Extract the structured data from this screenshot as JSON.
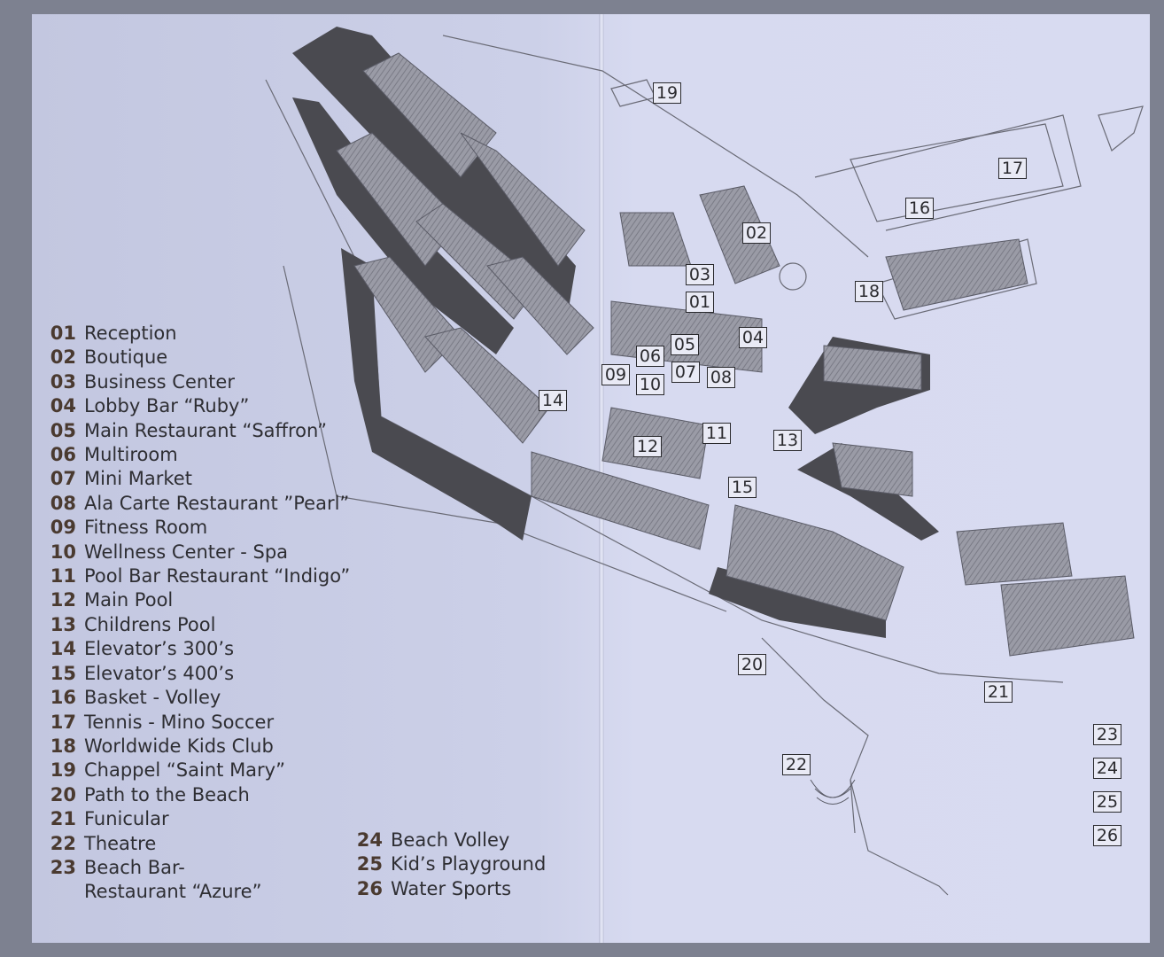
{
  "map": {
    "markers": [
      "19",
      "17",
      "16",
      "02",
      "18",
      "03",
      "01",
      "04",
      "05",
      "06",
      "09",
      "10",
      "07",
      "08",
      "14",
      "11",
      "13",
      "12",
      "15",
      "20",
      "21",
      "22",
      "23",
      "24",
      "25",
      "26"
    ]
  },
  "legend": {
    "items": [
      {
        "num": "01",
        "label": "Reception"
      },
      {
        "num": "02",
        "label": "Boutique"
      },
      {
        "num": "03",
        "label": "Business Center"
      },
      {
        "num": "04",
        "label": "Lobby Bar “Ruby”"
      },
      {
        "num": "05",
        "label": "Main Restaurant “Saffron”"
      },
      {
        "num": "06",
        "label": "Multiroom"
      },
      {
        "num": "07",
        "label": "Mini Market"
      },
      {
        "num": "08",
        "label": "Ala Carte Restaurant ”Pearl”"
      },
      {
        "num": "09",
        "label": "Fitness Room"
      },
      {
        "num": "10",
        "label": "Wellness Center - Spa"
      },
      {
        "num": "11",
        "label": "Pool Bar Restaurant “Indigo”"
      },
      {
        "num": "12",
        "label": "Main Pool"
      },
      {
        "num": "13",
        "label": "Childrens Pool"
      },
      {
        "num": "14",
        "label": "Elevator’s 300’s"
      },
      {
        "num": "15",
        "label": "Elevator’s 400’s"
      },
      {
        "num": "16",
        "label": "Basket - Volley"
      },
      {
        "num": "17",
        "label": "Tennis - Mino Soccer"
      },
      {
        "num": "18",
        "label": "Worldwide Kids Club"
      },
      {
        "num": "19",
        "label": "Chappel “Saint Mary”"
      },
      {
        "num": "20",
        "label": "Path to the Beach"
      },
      {
        "num": "21",
        "label": "Funicular"
      },
      {
        "num": "22",
        "label": "Theatre"
      },
      {
        "num": "23",
        "label": "Beach Bar-",
        "label2": "Restaurant “Azure”"
      },
      {
        "num": "24",
        "label": "Beach Volley"
      },
      {
        "num": "25",
        "label": "Kid’s Playground"
      },
      {
        "num": "26",
        "label": "Water Sports"
      }
    ]
  }
}
